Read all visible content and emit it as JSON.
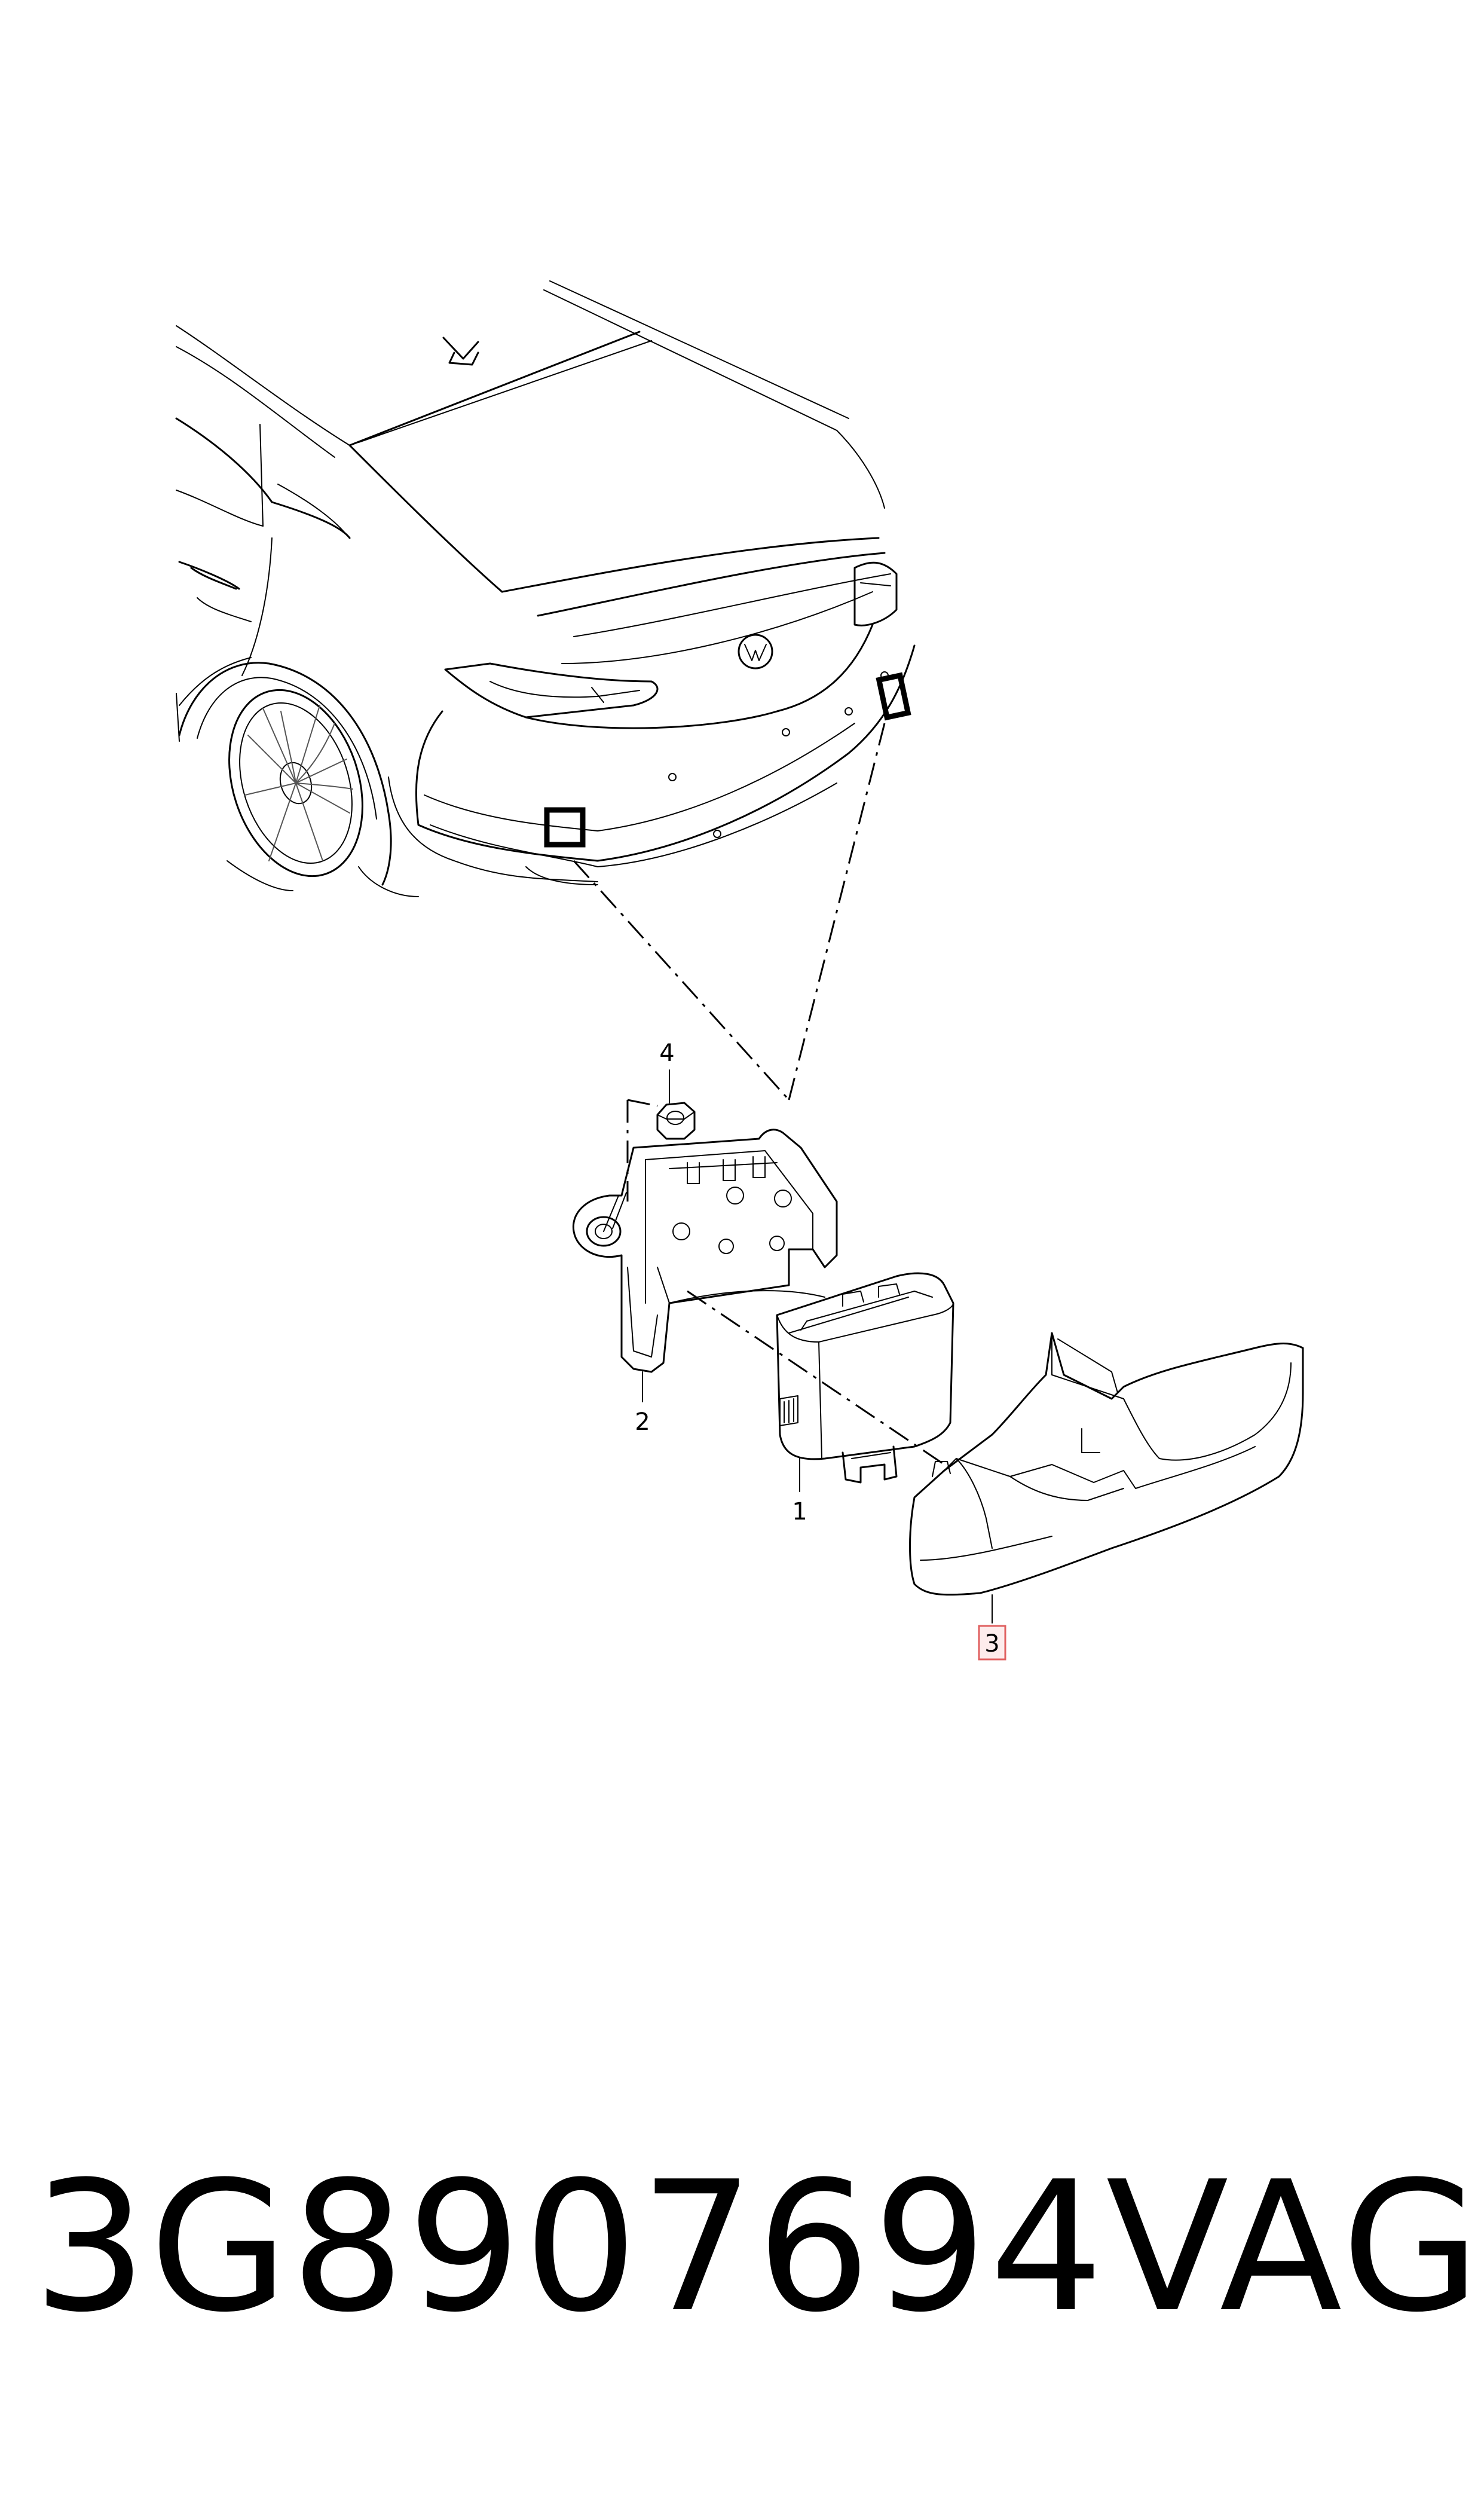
{
  "callouts": [
    {
      "number": "1",
      "highlighted": false
    },
    {
      "number": "2",
      "highlighted": false
    },
    {
      "number": "3",
      "highlighted": true
    },
    {
      "number": "4",
      "highlighted": false
    }
  ],
  "caption": {
    "part_number": "3G8907694",
    "brand": "VAG"
  },
  "colors": {
    "line": "#000000",
    "highlight": "#e06060",
    "background": "#ffffff"
  }
}
